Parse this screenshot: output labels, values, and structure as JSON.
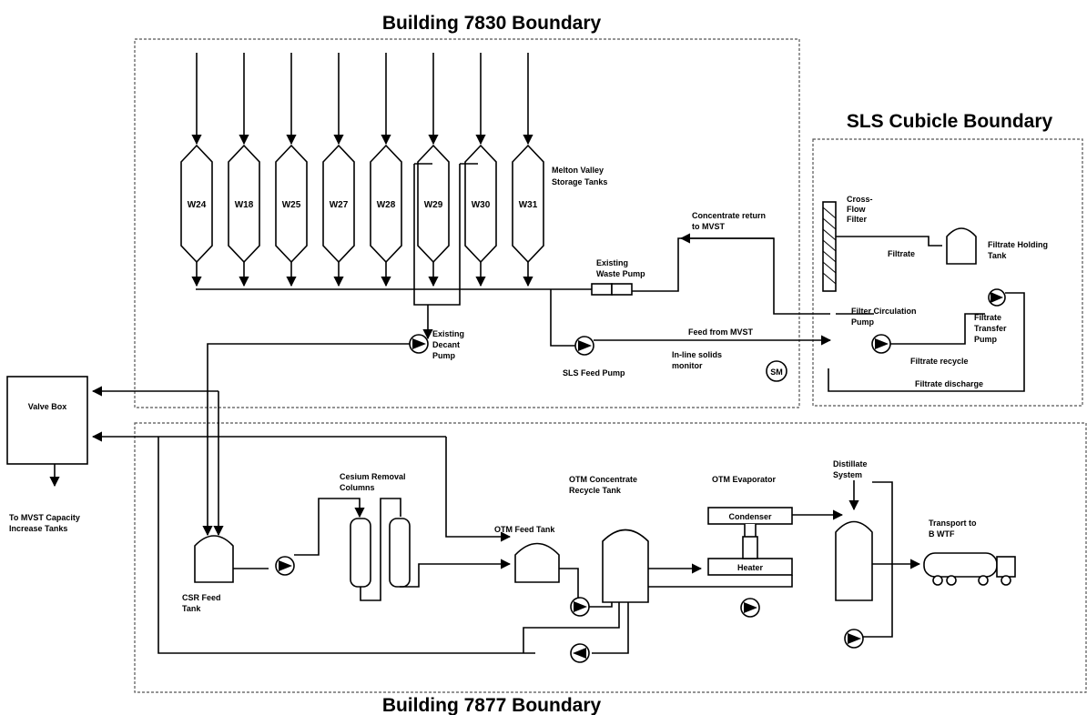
{
  "boundaries": {
    "b7830": "Building 7830 Boundary",
    "sls": "SLS Cubicle Boundary",
    "b7877": "Building 7877 Boundary"
  },
  "mvst": {
    "tanks": [
      "W24",
      "W18",
      "W25",
      "W27",
      "W28",
      "W29",
      "W30",
      "W31"
    ],
    "label_line1": "Melton Valley",
    "label_line2": "Storage Tanks"
  },
  "labels": {
    "existing_waste_pump_1": "Existing",
    "existing_waste_pump_2": "Waste Pump",
    "existing_decant_pump_1": "Existing",
    "existing_decant_pump_2": "Decant",
    "existing_decant_pump_3": "Pump",
    "sls_feed_pump": "SLS Feed Pump",
    "concentrate_return_1": "Concentrate return",
    "concentrate_return_2": "to MVST",
    "feed_from_mvst": "Feed from MVST",
    "inline_solids_1": "In-line solids",
    "inline_solids_2": "monitor",
    "sm_badge": "SM",
    "crossflow_1": "Cross-",
    "crossflow_2": "Flow",
    "crossflow_3": "Filter",
    "filtrate": "Filtrate",
    "filtrate_holding_1": "Filtrate Holding",
    "filtrate_holding_2": "Tank",
    "filter_circ_1": "Filter Circulation",
    "filter_circ_2": "Pump",
    "filtrate_transfer_1": "Filtrate",
    "filtrate_transfer_2": "Transfer",
    "filtrate_transfer_3": "Pump",
    "filtrate_recycle": "Filtrate recycle",
    "filtrate_discharge": "Filtrate discharge",
    "valve_box": "Valve Box",
    "mvst_capacity_1": "To MVST Capacity",
    "mvst_capacity_2": "Increase Tanks",
    "csr_feed_1": "CSR Feed",
    "csr_feed_2": "Tank",
    "cesium_1": "Cesium Removal",
    "cesium_2": "Columns",
    "otm_feed_tank": "OTM Feed Tank",
    "otm_concentrate_1": "OTM Concentrate",
    "otm_concentrate_2": "Recycle Tank",
    "otm_evaporator": "OTM Evaporator",
    "condenser": "Condenser",
    "heater": "Heater",
    "distillate_1": "Distillate",
    "distillate_2": "System",
    "transport_1": "Transport to",
    "transport_2": "B WTF"
  }
}
